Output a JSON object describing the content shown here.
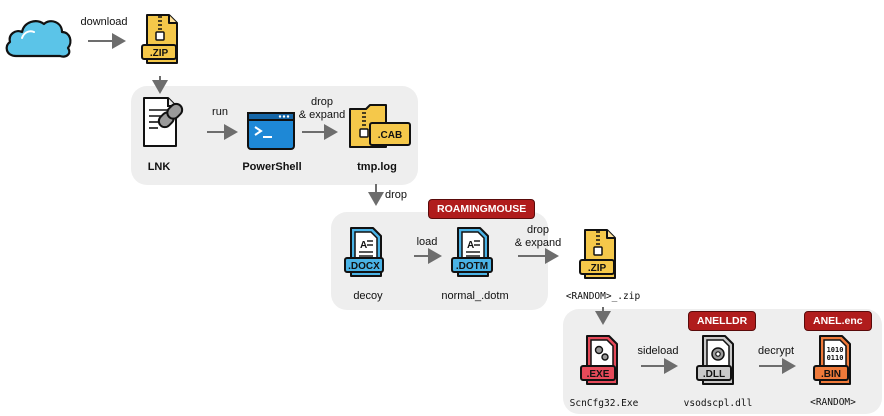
{
  "colors": {
    "panel": "#eeeeee",
    "badge": "#b01c1c",
    "zip": "#f5c84a",
    "cab": "#f5c84a",
    "docx": "#4ab3e6",
    "exe": "#e64a5a",
    "dll": "#c9c9c9",
    "bin": "#ef7a3a",
    "ps": "#1e88d6",
    "cloud": "#5bc4e8"
  },
  "icons": {
    "cloud": "cloud-icon",
    "zip1": "zip-file-icon",
    "lnk": "lnk-shortcut-icon",
    "ps": "powershell-icon",
    "cab": "cab-folder-icon",
    "docx": "docx-file-icon",
    "dotm": "dotm-file-icon",
    "zip2": "zip-file-icon",
    "exe": "exe-file-icon",
    "dll": "dll-file-icon",
    "bin": "bin-file-icon"
  },
  "file_tags": {
    "zip1": ".ZIP",
    "cab": ".CAB",
    "docx": ".DOCX",
    "dotm": ".DOTM",
    "zip2": ".ZIP",
    "exe": ".EXE",
    "dll": ".DLL",
    "bin": ".BIN",
    "bin_bits": [
      "1010",
      "0110"
    ]
  },
  "labels": {
    "lnk": "LNK",
    "powershell": "PowerShell",
    "tmp_log": "tmp.log",
    "decoy": "decoy",
    "normal_dotm": "normal_.dotm",
    "random_zip": "<RANDOM>_.zip",
    "scncfg": "ScnCfg32.Exe",
    "vsodscpl": "vsodscpl.dll",
    "random_bin": "<RANDOM>"
  },
  "arrows": {
    "download": "download",
    "run": "run",
    "drop_expand_1": [
      "drop",
      "& expand"
    ],
    "drop": "drop",
    "load": "load",
    "drop_expand_2": [
      "drop",
      "& expand"
    ],
    "sideload": "sideload",
    "decrypt": "decrypt"
  },
  "badges": {
    "roamingmouse": "ROAMINGMOUSE",
    "anelldr": "ANELLDR",
    "anel_enc": "ANEL.enc"
  }
}
